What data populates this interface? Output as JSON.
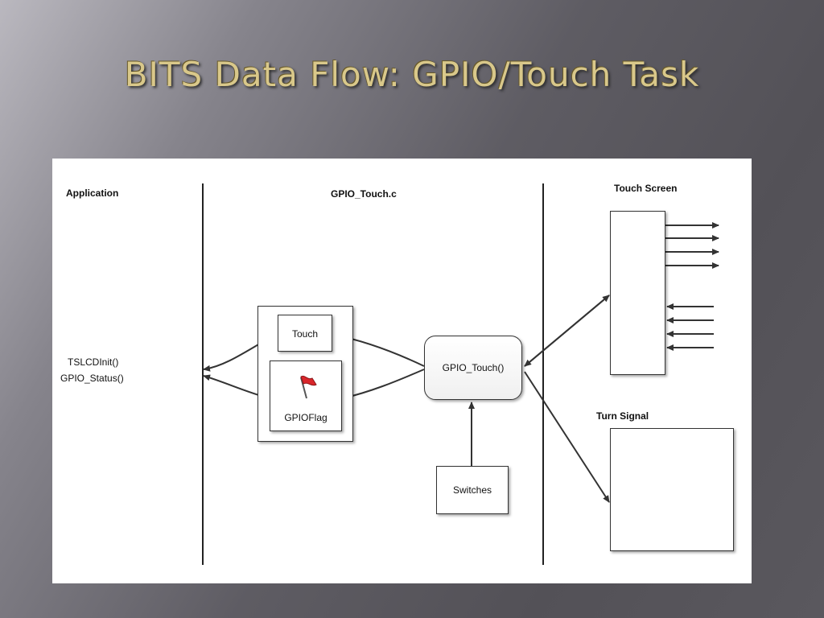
{
  "slide": {
    "title": "BITS Data Flow: GPIO/Touch Task"
  },
  "diagram": {
    "sections": {
      "application": "Application",
      "gpio_touch_c": "GPIO_Touch.c",
      "touch_screen": "Touch Screen",
      "turn_signal": "Turn Signal"
    },
    "app_functions": {
      "line1": "TSLCDInit()",
      "line2": "GPIO_Status()"
    },
    "nodes": {
      "touch": "Touch",
      "gpioflag": "GPIOFlag",
      "gpio_touch_fn": "GPIO_Touch()",
      "switches": "Switches"
    },
    "colors": {
      "title": "#d9c88a",
      "flag": "#d9262b",
      "line": "#333333"
    },
    "icons": [
      "red-flag-icon"
    ]
  }
}
